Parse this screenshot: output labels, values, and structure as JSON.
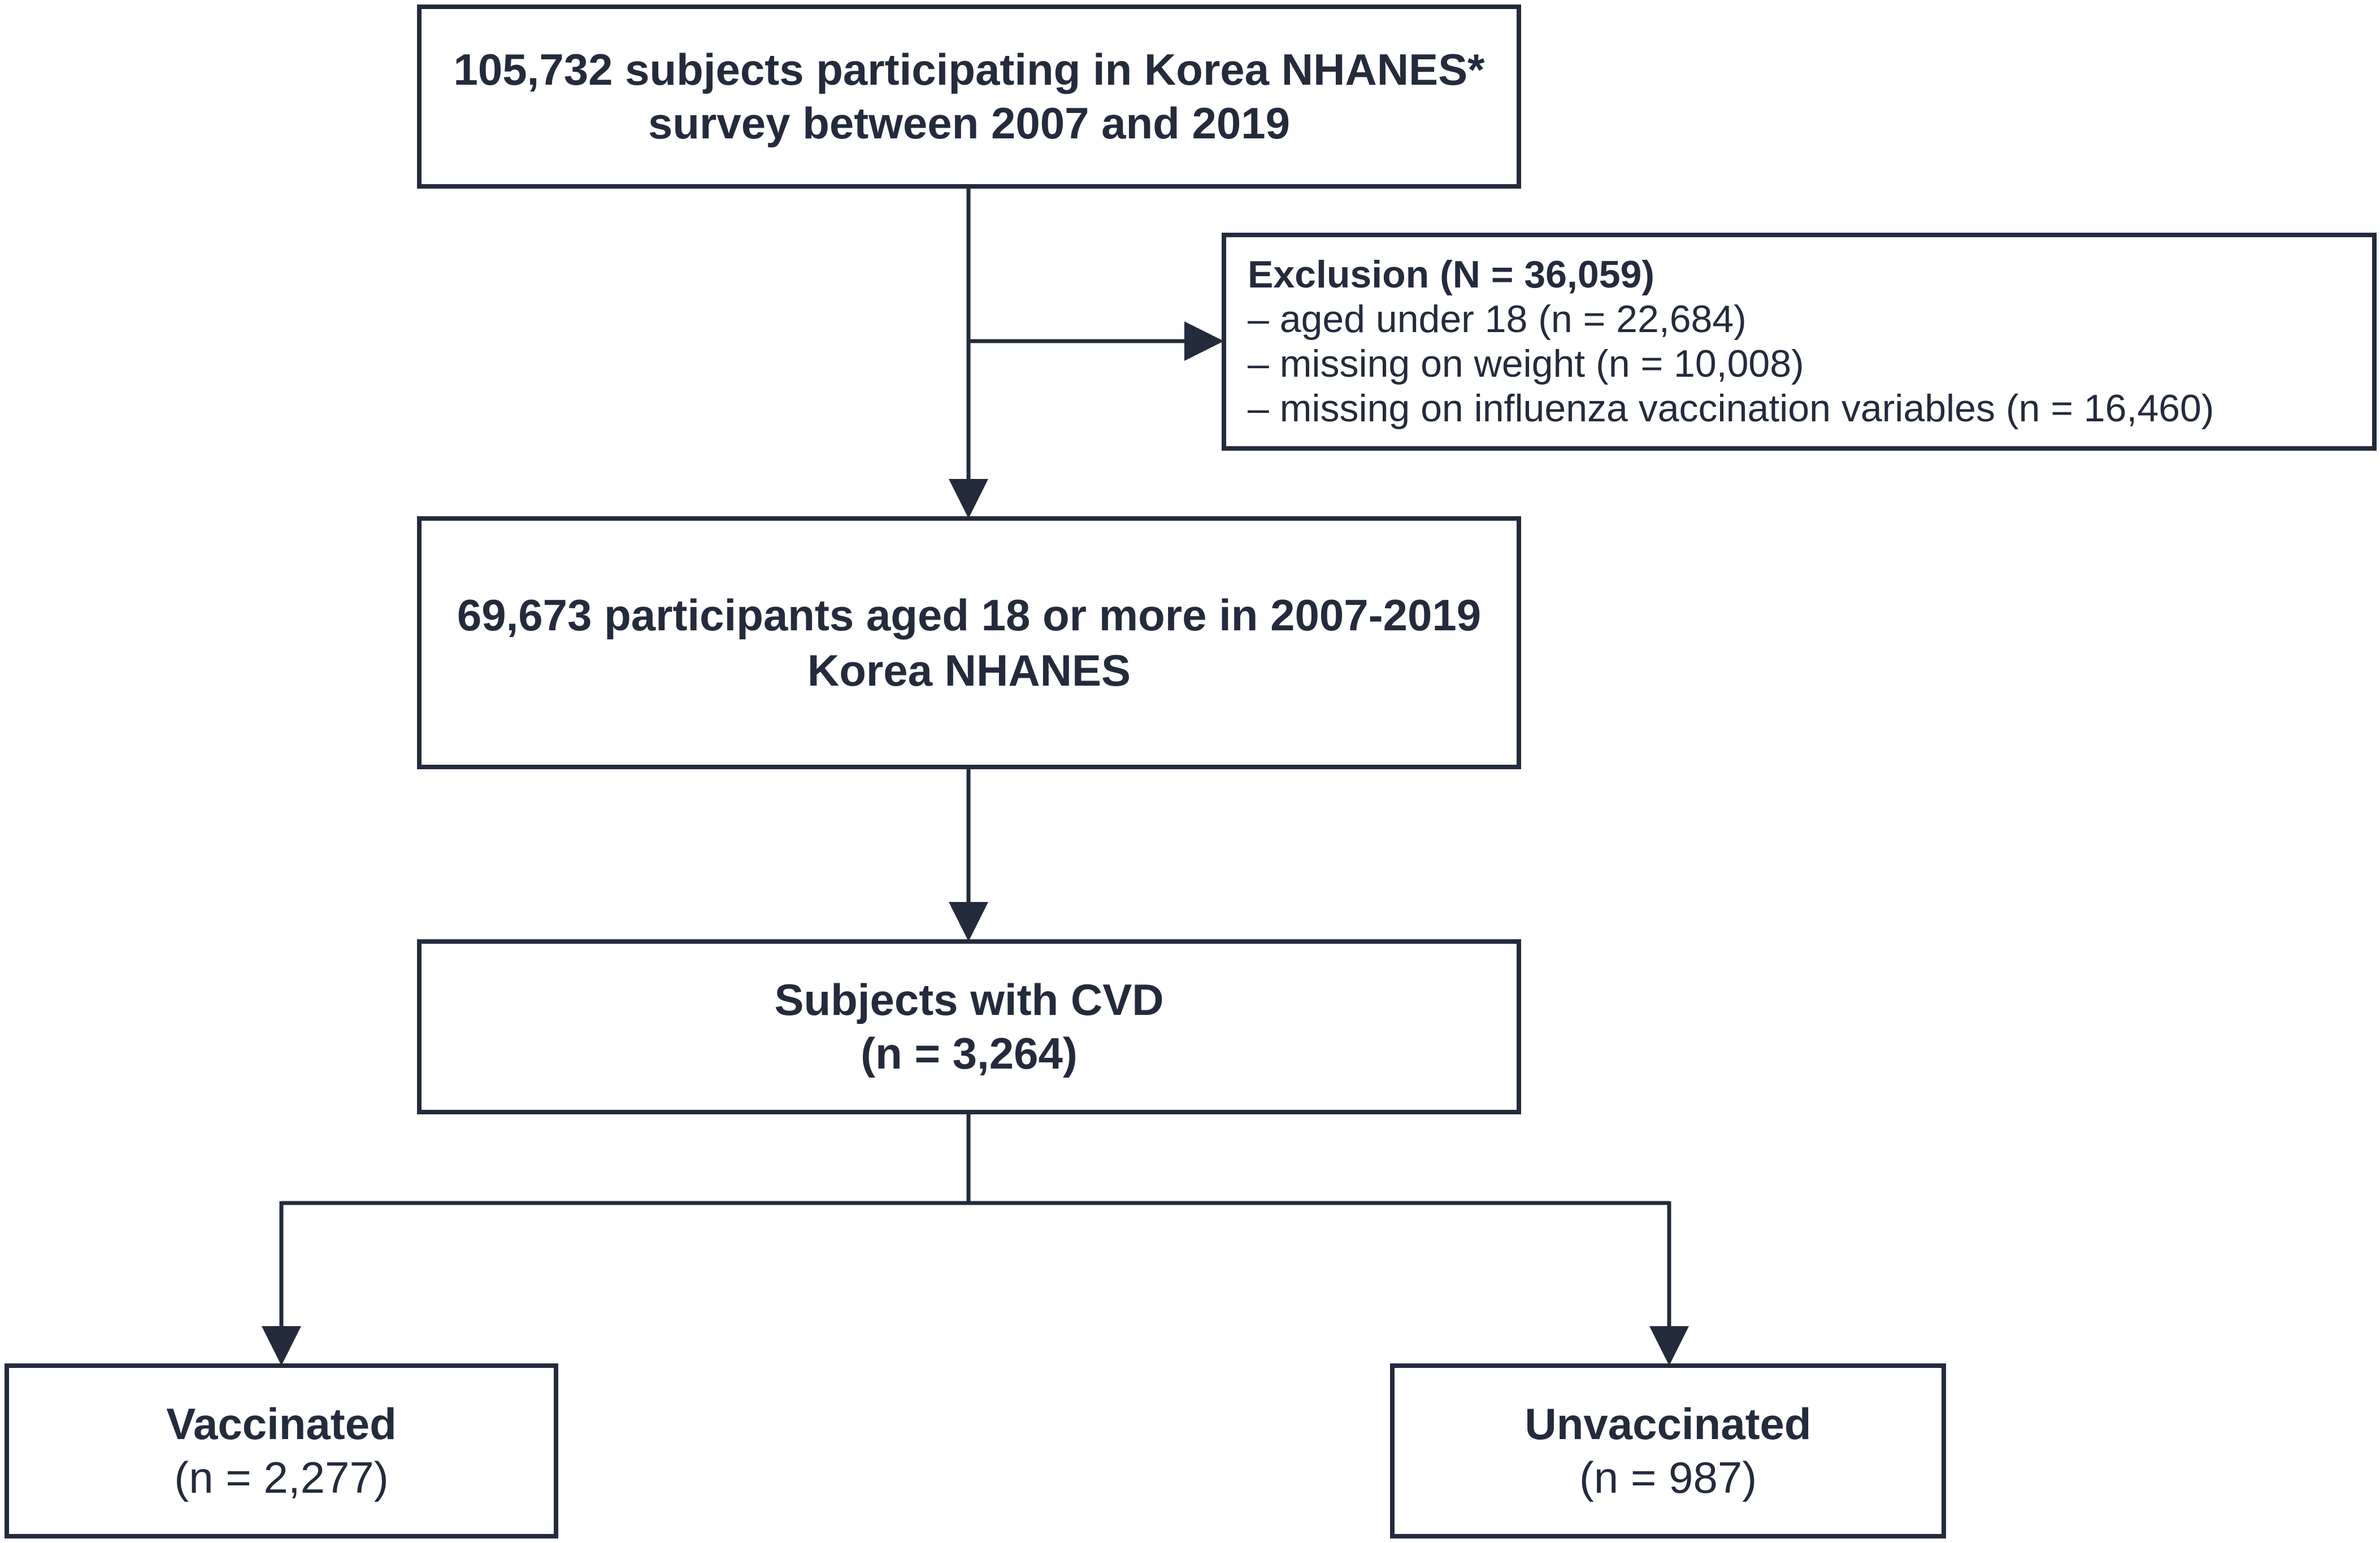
{
  "flowchart": {
    "start": {
      "line1": "105,732 subjects participating in Korea NHANES*",
      "line2": "survey between 2007 and 2019"
    },
    "exclusion": {
      "title": "Exclusion (N = 36,059)",
      "items": [
        "– aged under 18 (n = 22,684)",
        "– missing on weight (n = 10,008)",
        "– missing on influenza vaccination variables (n = 16,460)"
      ]
    },
    "adults": {
      "line1": "69,673 participants aged 18 or more in 2007-2019",
      "line2": "Korea NHANES"
    },
    "cvd": {
      "line1": "Subjects with CVD",
      "line2": "(n = 3,264)"
    },
    "vaccinated": {
      "label": "Vaccinated",
      "count": "(n = 2,277)"
    },
    "unvaccinated": {
      "label": "Unvaccinated",
      "count": "(n = 987)"
    }
  },
  "colors": {
    "stroke": "#232b3c",
    "background": "#ffffff"
  }
}
